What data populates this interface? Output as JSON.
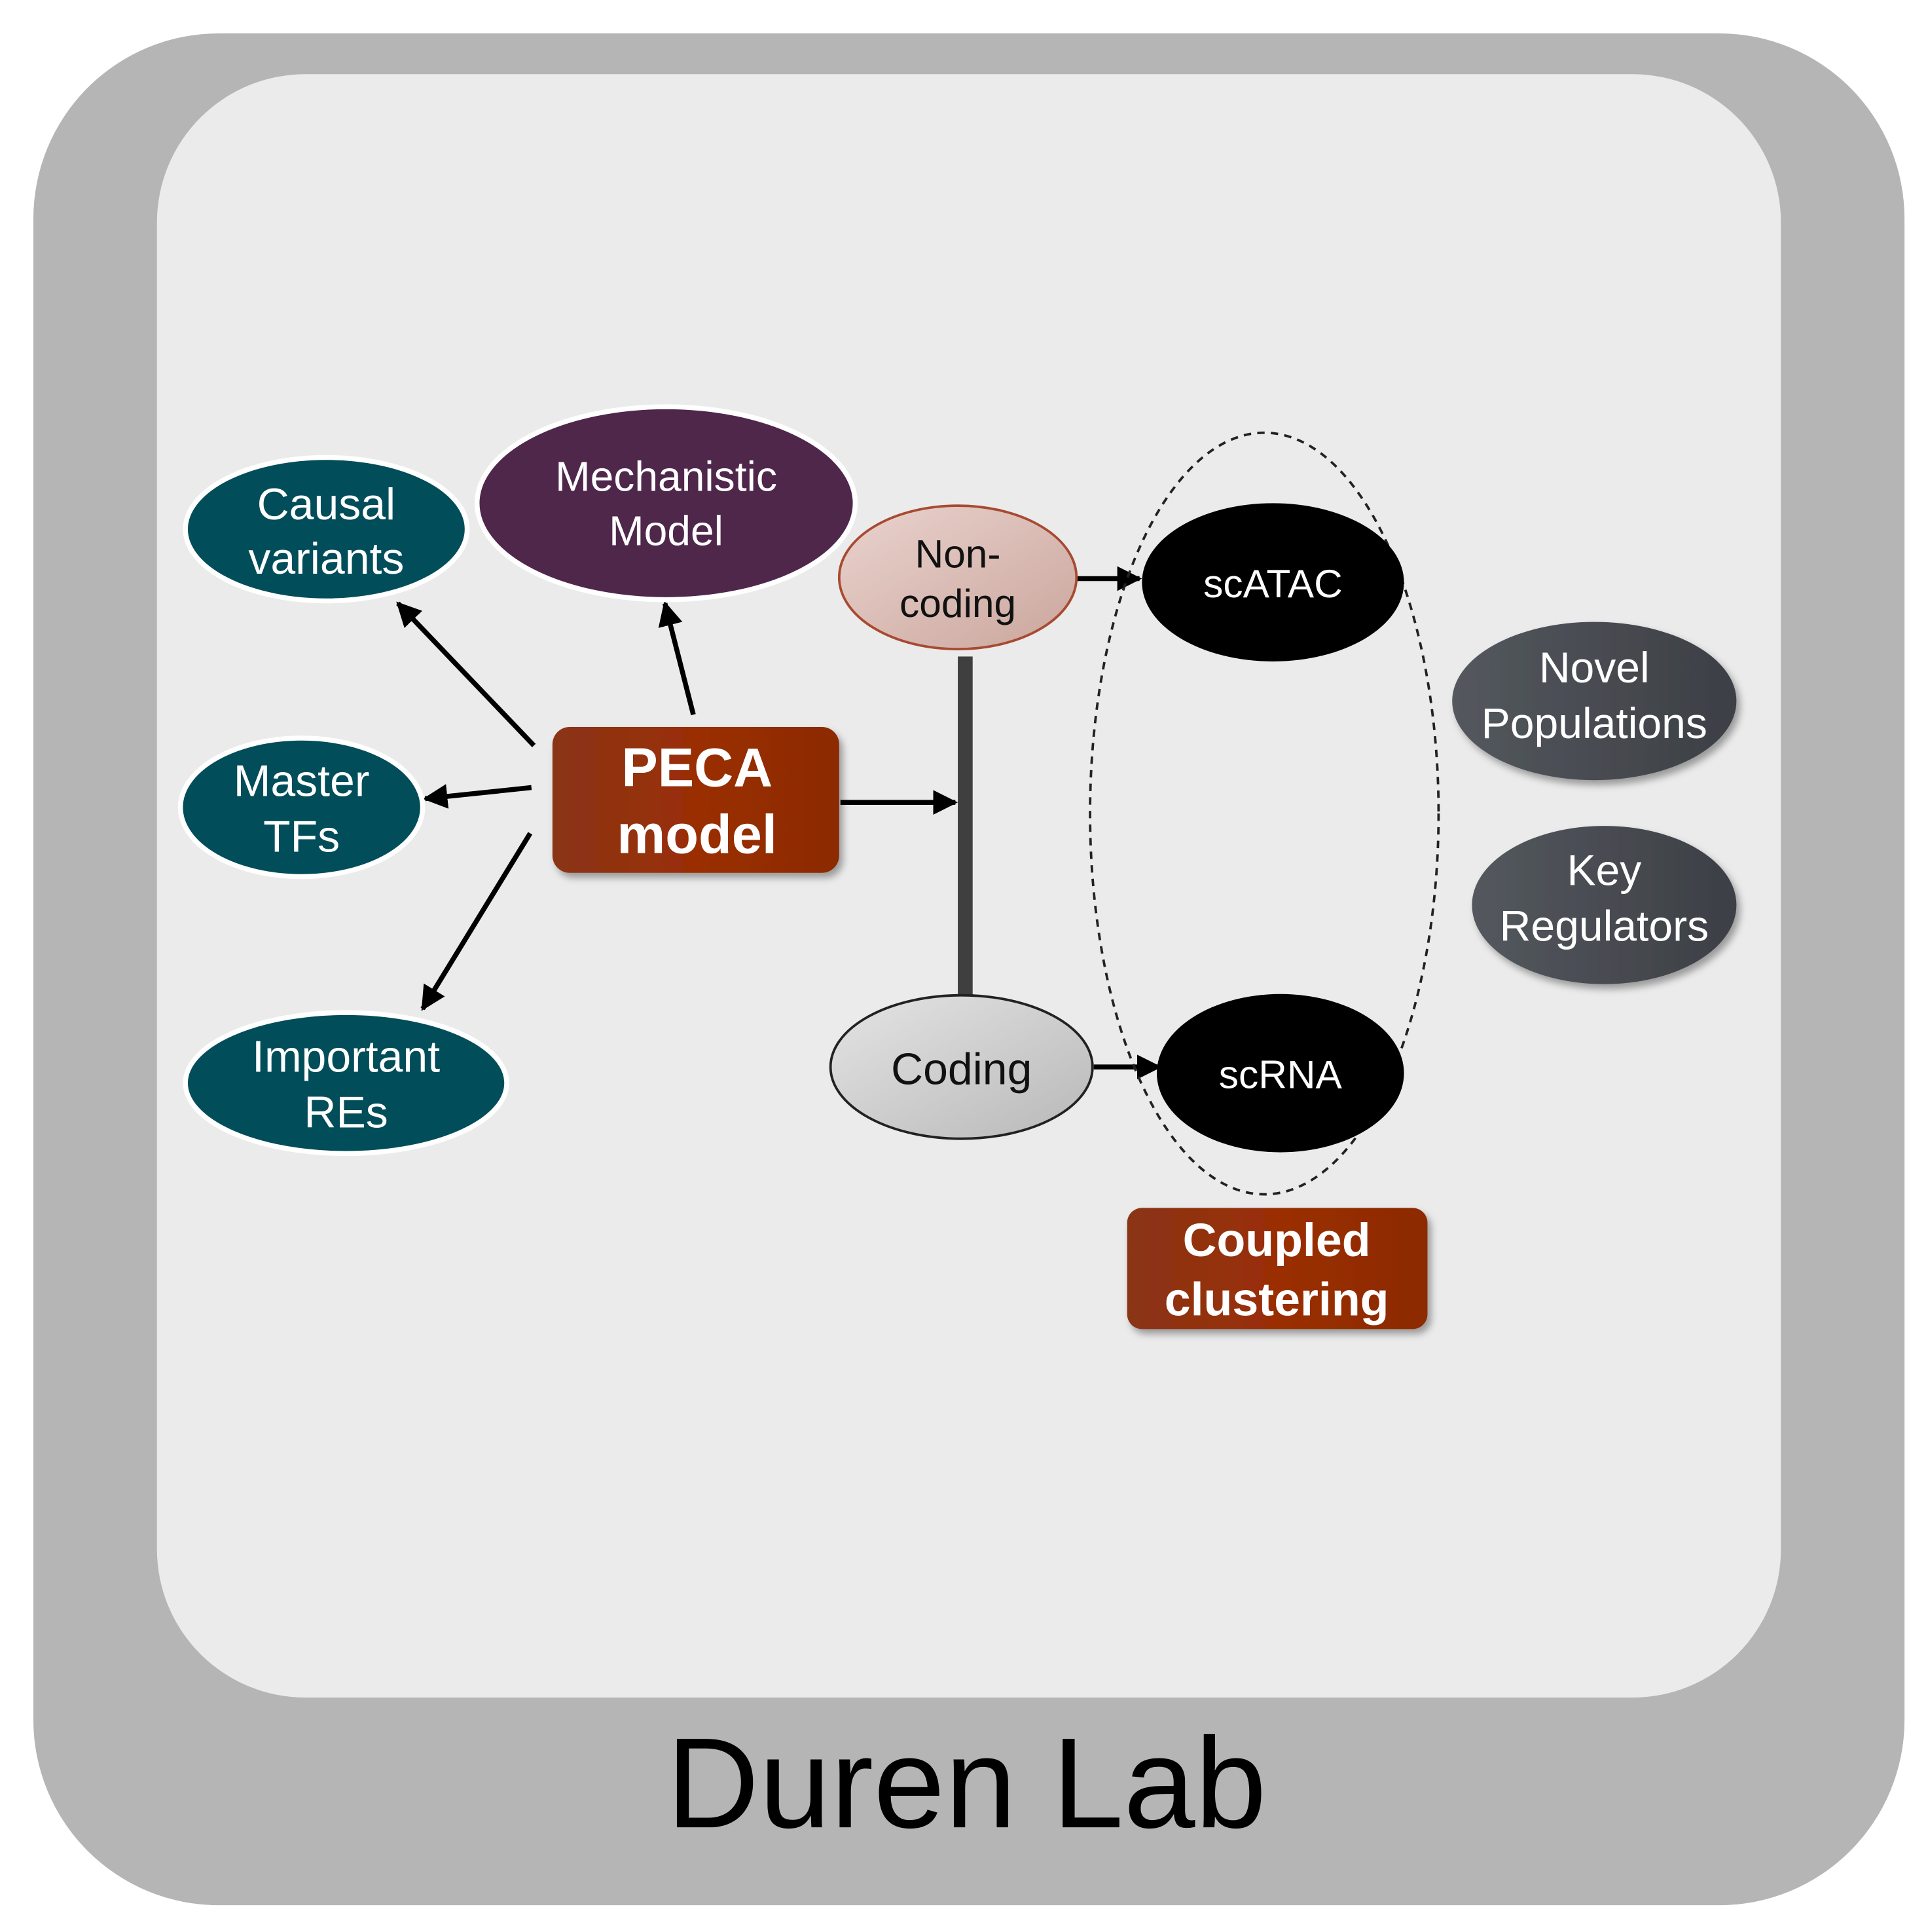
{
  "footer": {
    "lab_name": "Duren Lab"
  },
  "nodes": {
    "causal_variants": {
      "line1": "Causal",
      "line2": "variants"
    },
    "mechanistic_model": {
      "line1": "Mechanistic",
      "line2": "Model"
    },
    "master_tfs": {
      "line1": "Master",
      "line2": "TFs"
    },
    "important_res": {
      "line1": "Important",
      "line2": "REs"
    },
    "peca_model": {
      "line1": "PECA",
      "line2": "model"
    },
    "non_coding": {
      "line1": "Non-",
      "line2": "coding"
    },
    "coding": {
      "label": "Coding"
    },
    "scatac": {
      "label": "scATAC"
    },
    "scrna": {
      "label": "scRNA"
    },
    "novel_populations": {
      "line1": "Novel",
      "line2": "Populations"
    },
    "key_regulators": {
      "line1": "Key",
      "line2": "Regulators"
    },
    "coupled_clustering": {
      "line1": "Coupled",
      "line2": "clustering"
    }
  },
  "colors": {
    "outer_frame": "#b5b5b5",
    "inner_panel": "#ebebeb",
    "teal_node": "#024d5a",
    "purple_node": "#4f274b",
    "peca_box": "#962d08",
    "noncoding_fill": "#dcbcb5",
    "coding_fill": "#cfcfcf",
    "black_node": "#000000",
    "gray_node": "#46494f"
  }
}
